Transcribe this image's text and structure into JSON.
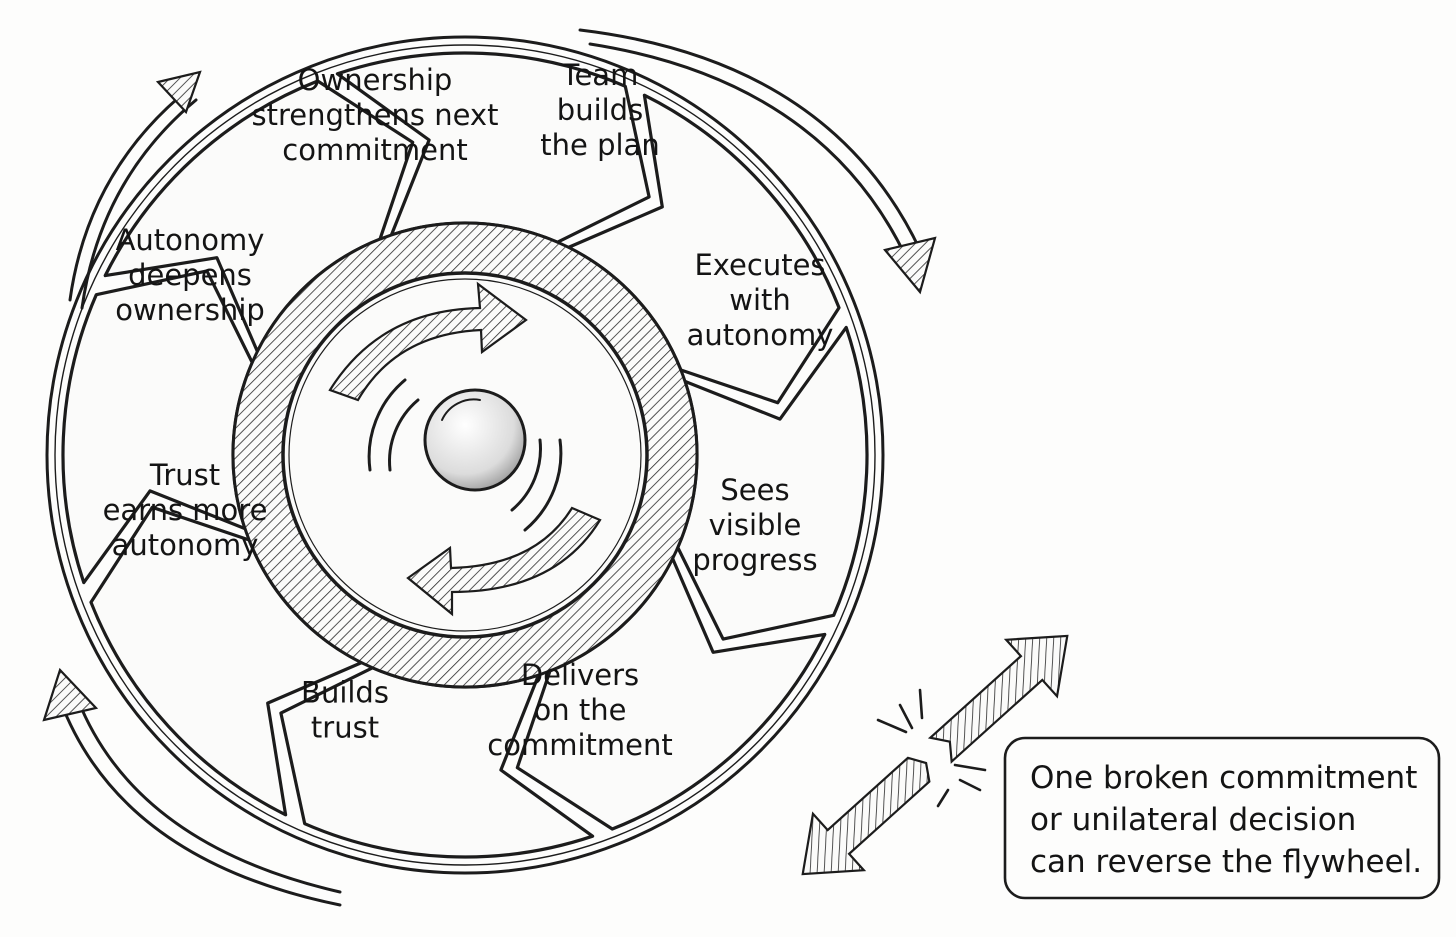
{
  "flywheel": {
    "steps": [
      {
        "lines": [
          "Team",
          "builds",
          "the plan"
        ]
      },
      {
        "lines": [
          "Executes",
          "with",
          "autonomy"
        ]
      },
      {
        "lines": [
          "Sees",
          "visible",
          "progress"
        ]
      },
      {
        "lines": [
          "Delivers",
          "on the",
          "commitment"
        ]
      },
      {
        "lines": [
          "Builds",
          "trust"
        ]
      },
      {
        "lines": [
          "Trust",
          "earns more",
          "autonomy"
        ]
      },
      {
        "lines": [
          "Autonomy",
          "deepens",
          "ownership"
        ]
      },
      {
        "lines": [
          "Ownership",
          "strengthens next",
          "commitment"
        ]
      }
    ]
  },
  "warning_note": {
    "lines": [
      "One broken commitment",
      "or unilateral decision",
      "can reverse the flywheel."
    ]
  },
  "colors": {
    "ink": "#1c1c1c",
    "paper": "#fdfdfc"
  }
}
